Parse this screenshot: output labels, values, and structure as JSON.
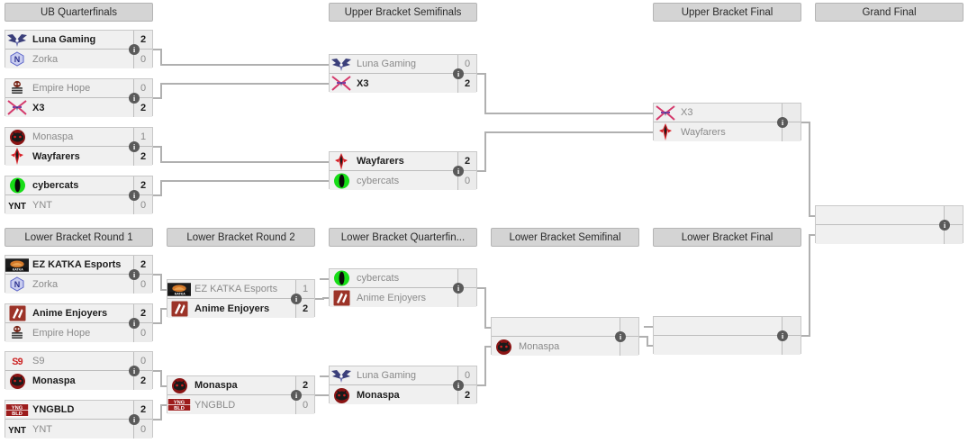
{
  "info_icon_label": "i",
  "colors": {
    "header_bg": "#d4d4d4",
    "row_bg": "#f0f0f0",
    "connector": "#b0b0b0",
    "winner_text": "#1d1d1d",
    "loser_text": "#8a8a8a"
  },
  "rounds": [
    {
      "id": "ub-quarterfinals",
      "label": "UB Quarterfinals"
    },
    {
      "id": "upper-bracket-semifinals",
      "label": "Upper Bracket Semifinals"
    },
    {
      "id": "upper-bracket-final",
      "label": "Upper Bracket Final"
    },
    {
      "id": "grand-final",
      "label": "Grand Final"
    },
    {
      "id": "lower-bracket-round-1",
      "label": "Lower Bracket Round 1"
    },
    {
      "id": "lower-bracket-round-2",
      "label": "Lower Bracket Round 2"
    },
    {
      "id": "lower-bracket-quarterfinal",
      "label": "Lower Bracket Quarterfin..."
    },
    {
      "id": "lower-bracket-semifinal",
      "label": "Lower Bracket Semifinal"
    },
    {
      "id": "lower-bracket-final",
      "label": "Lower Bracket Final"
    }
  ],
  "matches": [
    {
      "id": "ubqf-1",
      "round": "ub-quarterfinals",
      "teams": [
        {
          "name": "Luna Gaming",
          "score": "2",
          "winner": true,
          "logo": "luna-gaming-logo"
        },
        {
          "name": "Zorka",
          "score": "0",
          "winner": false,
          "logo": "zorka-logo"
        }
      ]
    },
    {
      "id": "ubqf-2",
      "round": "ub-quarterfinals",
      "teams": [
        {
          "name": "Empire Hope",
          "score": "0",
          "winner": false,
          "logo": "empire-hope-logo"
        },
        {
          "name": "X3",
          "score": "2",
          "winner": true,
          "logo": "x3-logo"
        }
      ]
    },
    {
      "id": "ubqf-3",
      "round": "ub-quarterfinals",
      "teams": [
        {
          "name": "Monaspa",
          "score": "1",
          "winner": false,
          "logo": "monaspa-logo"
        },
        {
          "name": "Wayfarers",
          "score": "2",
          "winner": true,
          "logo": "wayfarers-logo"
        }
      ]
    },
    {
      "id": "ubqf-4",
      "round": "ub-quarterfinals",
      "teams": [
        {
          "name": "cybercats",
          "score": "2",
          "winner": true,
          "logo": "cybercats-logo"
        },
        {
          "name": "YNT",
          "score": "0",
          "winner": false,
          "logo": "ynt-logo"
        }
      ]
    },
    {
      "id": "ubsf-1",
      "round": "upper-bracket-semifinals",
      "teams": [
        {
          "name": "Luna Gaming",
          "score": "0",
          "winner": false,
          "logo": "luna-gaming-logo"
        },
        {
          "name": "X3",
          "score": "2",
          "winner": true,
          "logo": "x3-logo"
        }
      ]
    },
    {
      "id": "ubsf-2",
      "round": "upper-bracket-semifinals",
      "teams": [
        {
          "name": "Wayfarers",
          "score": "2",
          "winner": true,
          "logo": "wayfarers-logo"
        },
        {
          "name": "cybercats",
          "score": "0",
          "winner": false,
          "logo": "cybercats-logo"
        }
      ]
    },
    {
      "id": "ubf-1",
      "round": "upper-bracket-final",
      "teams": [
        {
          "name": "X3",
          "score": "",
          "winner": false,
          "logo": "x3-logo"
        },
        {
          "name": "Wayfarers",
          "score": "",
          "winner": false,
          "logo": "wayfarers-logo"
        }
      ]
    },
    {
      "id": "gf-1",
      "round": "grand-final",
      "teams": [
        {
          "name": "",
          "score": "",
          "winner": false,
          "logo": ""
        },
        {
          "name": "",
          "score": "",
          "winner": false,
          "logo": ""
        }
      ]
    },
    {
      "id": "lbr1-1",
      "round": "lower-bracket-round-1",
      "teams": [
        {
          "name": "EZ KATKA Esports",
          "score": "2",
          "winner": true,
          "logo": "ez-katka-esports-logo"
        },
        {
          "name": "Zorka",
          "score": "0",
          "winner": false,
          "logo": "zorka-logo"
        }
      ]
    },
    {
      "id": "lbr1-2",
      "round": "lower-bracket-round-1",
      "teams": [
        {
          "name": "Anime Enjoyers",
          "score": "2",
          "winner": true,
          "logo": "anime-enjoyers-logo"
        },
        {
          "name": "Empire Hope",
          "score": "0",
          "winner": false,
          "logo": "empire-hope-logo"
        }
      ]
    },
    {
      "id": "lbr1-3",
      "round": "lower-bracket-round-1",
      "teams": [
        {
          "name": "S9",
          "score": "0",
          "winner": false,
          "logo": "s9-logo"
        },
        {
          "name": "Monaspa",
          "score": "2",
          "winner": true,
          "logo": "monaspa-logo"
        }
      ]
    },
    {
      "id": "lbr1-4",
      "round": "lower-bracket-round-1",
      "teams": [
        {
          "name": "YNGBLD",
          "score": "2",
          "winner": true,
          "logo": "yngbld-logo"
        },
        {
          "name": "YNT",
          "score": "0",
          "winner": false,
          "logo": "ynt-logo"
        }
      ]
    },
    {
      "id": "lbr2-1",
      "round": "lower-bracket-round-2",
      "teams": [
        {
          "name": "EZ KATKA Esports",
          "score": "1",
          "winner": false,
          "logo": "ez-katka-esports-logo"
        },
        {
          "name": "Anime Enjoyers",
          "score": "2",
          "winner": true,
          "logo": "anime-enjoyers-logo"
        }
      ]
    },
    {
      "id": "lbr2-2",
      "round": "lower-bracket-round-2",
      "teams": [
        {
          "name": "Monaspa",
          "score": "2",
          "winner": true,
          "logo": "monaspa-logo"
        },
        {
          "name": "YNGBLD",
          "score": "0",
          "winner": false,
          "logo": "yngbld-logo"
        }
      ]
    },
    {
      "id": "lbqf-1",
      "round": "lower-bracket-quarterfinal",
      "teams": [
        {
          "name": "cybercats",
          "score": "",
          "winner": false,
          "logo": "cybercats-logo"
        },
        {
          "name": "Anime Enjoyers",
          "score": "",
          "winner": false,
          "logo": "anime-enjoyers-logo"
        }
      ]
    },
    {
      "id": "lbqf-2",
      "round": "lower-bracket-quarterfinal",
      "teams": [
        {
          "name": "Luna Gaming",
          "score": "0",
          "winner": false,
          "logo": "luna-gaming-logo"
        },
        {
          "name": "Monaspa",
          "score": "2",
          "winner": true,
          "logo": "monaspa-logo"
        }
      ]
    },
    {
      "id": "lbsf-1",
      "round": "lower-bracket-semifinal",
      "teams": [
        {
          "name": "",
          "score": "",
          "winner": false,
          "logo": ""
        },
        {
          "name": "Monaspa",
          "score": "",
          "winner": false,
          "logo": "monaspa-logo"
        }
      ]
    },
    {
      "id": "lbf-1",
      "round": "lower-bracket-final",
      "teams": [
        {
          "name": "",
          "score": "",
          "winner": false,
          "logo": ""
        },
        {
          "name": "",
          "score": "",
          "winner": false,
          "logo": ""
        }
      ]
    }
  ]
}
